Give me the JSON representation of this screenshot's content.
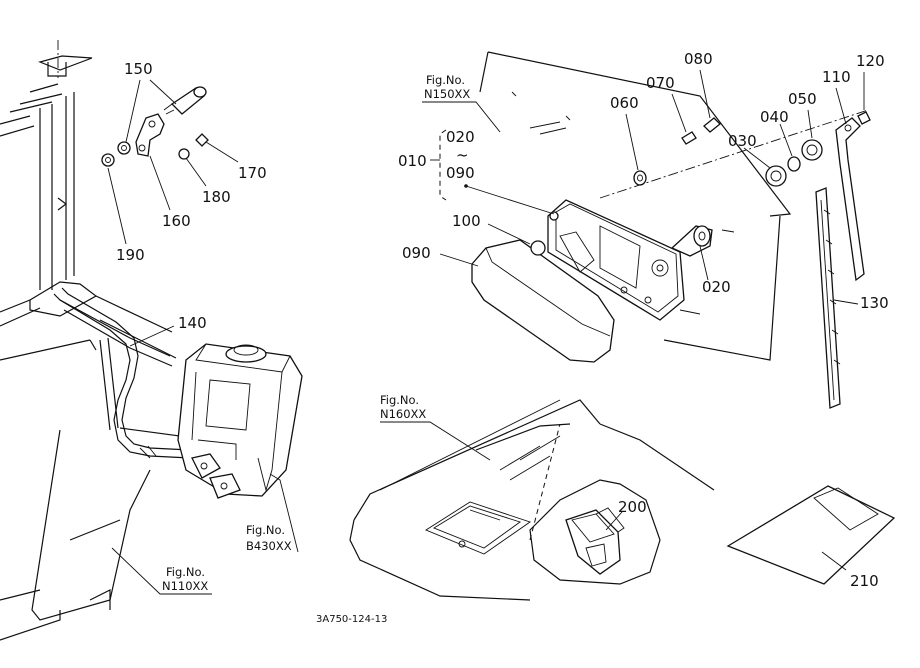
{
  "labels": {
    "p010": "010",
    "p020_range": "020",
    "p090_range": "090",
    "p020": "020",
    "p030": "030",
    "p040": "040",
    "p050": "050",
    "p060": "060",
    "p070": "070",
    "p080": "080",
    "p090": "090",
    "p100": "100",
    "p110": "110",
    "p120": "120",
    "p130": "130",
    "p140": "140",
    "p150": "150",
    "p160": "160",
    "p170": "170",
    "p180": "180",
    "p190": "190",
    "p200": "200",
    "p210": "210"
  },
  "refs": {
    "n150": {
      "line1": "Fig.No.",
      "line2": "N150XX"
    },
    "n160": {
      "line1": "Fig.No.",
      "line2": "N160XX"
    },
    "b430": {
      "line1": "Fig.No.",
      "line2": "B430XX"
    },
    "n110": {
      "line1": "Fig.No.",
      "line2": "N110XX"
    }
  },
  "range_tilde": "~",
  "diagram_code": "3A750-124-13"
}
